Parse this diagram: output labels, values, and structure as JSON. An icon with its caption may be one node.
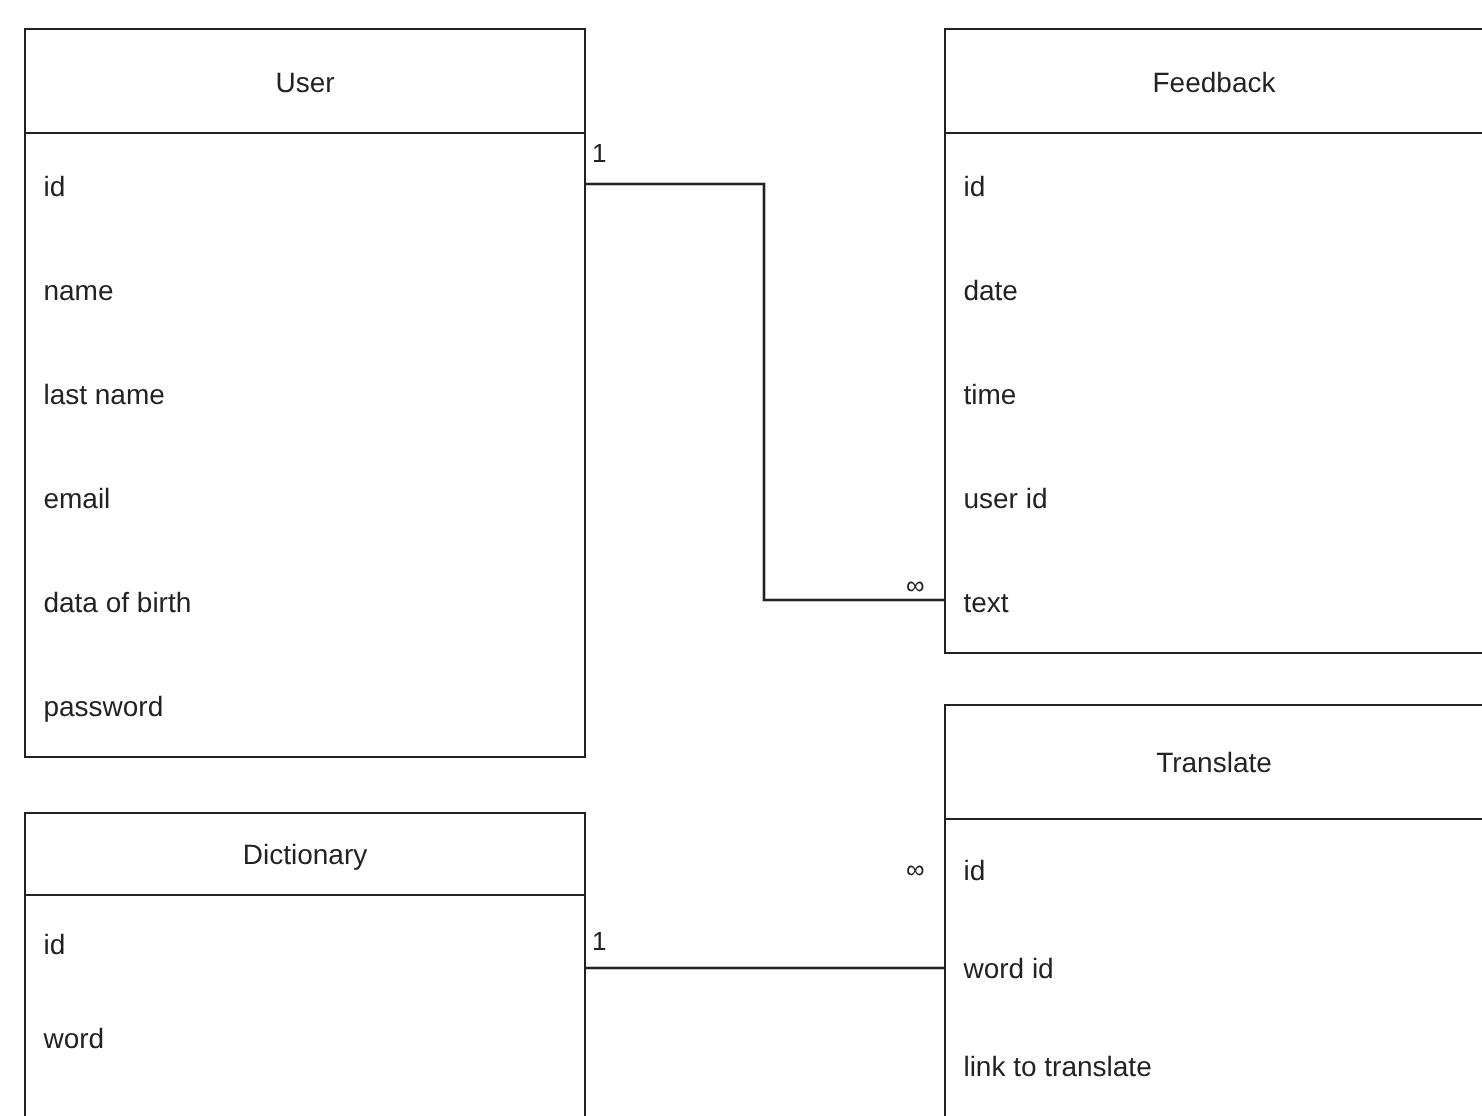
{
  "diagram": {
    "nodes": [
      {
        "text": [
          "User"
        ]
      },
      {
        "text": [
          "id"
        ],
        "in": 0
      },
      {
        "text": [
          "name"
        ],
        "in": 0
      },
      {
        "text": [
          "last name"
        ],
        "in": 0
      },
      {
        "text": [
          "email"
        ],
        "in": 0
      },
      {
        "text": [
          "data of birth"
        ],
        "in": 0
      },
      {
        "text": [
          "password"
        ],
        "in": 0
      },
      {
        "text": [
          "Feedback"
        ]
      },
      {
        "text": [
          "id"
        ],
        "in": 7
      },
      {
        "text": [
          "date"
        ],
        "in": 7
      },
      {
        "text": [
          "time"
        ],
        "in": 7
      },
      {
        "text": [
          "user id"
        ],
        "in": 7
      },
      {
        "text": [
          "text"
        ],
        "in": 7
      },
      {
        "text": [
          "Dictionary"
        ]
      },
      {
        "text": [
          "id"
        ],
        "in": 13
      },
      {
        "text": [
          "word"
        ],
        "in": 13
      },
      {
        "text": [
          "Translate"
        ]
      },
      {
        "text": [
          "id"
        ],
        "in": 16
      },
      {
        "text": [
          "word id"
        ],
        "in": 16
      },
      {
        "text": [
          "link to translate"
        ],
        "in": 16
      }
    ],
    "edges": [
      {
        "from": 0,
        "to": 7,
        "arrow": "none"
      },
      {
        "from": 13,
        "to": 16,
        "arrow": "none"
      }
    ],
    "labels": [
      "1",
      "∞",
      "∞",
      "1"
    ]
  }
}
